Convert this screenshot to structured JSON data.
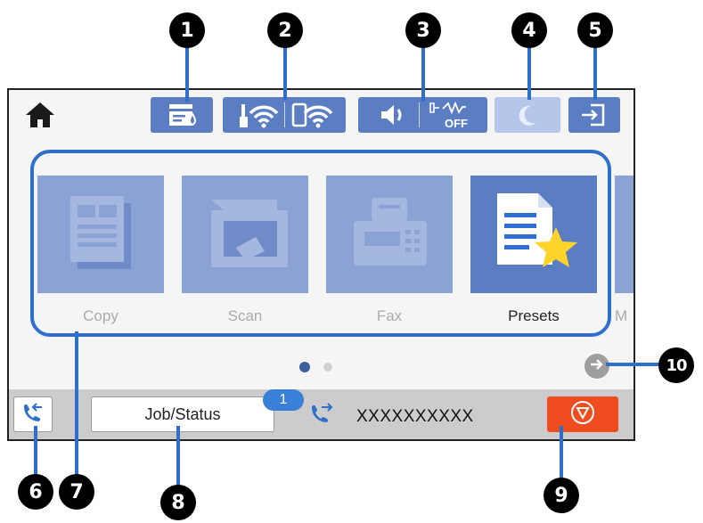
{
  "callouts": [
    "1",
    "2",
    "3",
    "4",
    "5",
    "6",
    "7",
    "8",
    "9",
    "10"
  ],
  "apps": [
    {
      "label": "Copy",
      "state": "dim"
    },
    {
      "label": "Scan",
      "state": "dim"
    },
    {
      "label": "Fax",
      "state": "dim"
    },
    {
      "label": "Presets",
      "state": "active"
    },
    {
      "label": "M",
      "state": "dim"
    }
  ],
  "page_indicator": {
    "pages": 2,
    "current": 1
  },
  "statusbar": {
    "job_status_label": "Job/Status",
    "job_count": "1",
    "fax_number": "XXXXXXXXXX"
  },
  "colors": {
    "icon_bg": "#5b7ec2",
    "icon_bg_pale": "#b4c7ea",
    "app_dim": "#8aa3d4",
    "highlight": "#2d6fc9",
    "stop": "#ef4d1f",
    "badge": "#3a7fd8"
  },
  "icons": [
    "home-icon",
    "ink-icon",
    "router-wifi-icon",
    "device-wifi-icon",
    "volume-icon",
    "fax-sound-off-icon",
    "sleep-moon-icon",
    "sign-in-icon",
    "hook-icon",
    "fax-send-icon",
    "stop-icon",
    "next-arrow-icon"
  ]
}
